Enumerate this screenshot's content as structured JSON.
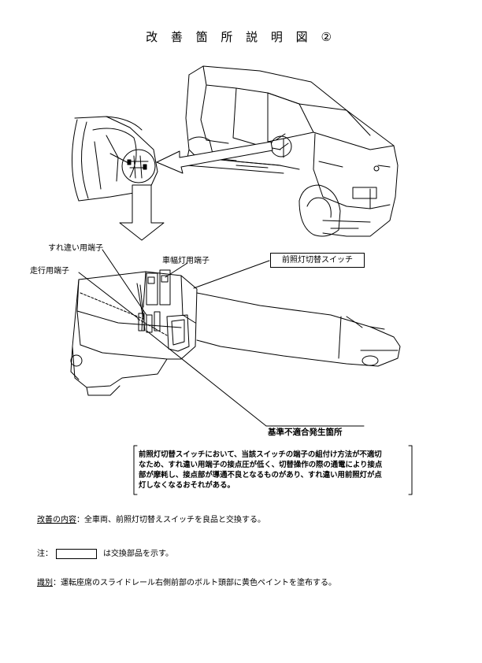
{
  "title": "改 善 箇 所 説 明 図 ②",
  "labels": {
    "passing_terminal": "すれ違い用端子",
    "driving_terminal": "走行用端子",
    "clearance_terminal": "車幅灯用端子",
    "headlamp_switch": "前照灯切替スイッチ",
    "defect_location": "基準不適合発生箇所"
  },
  "description": [
    "前照灯切替スイッチにおいて、当該スイッチの端子の組付け方法が不適切",
    "なため、すれ違い用端子の接点圧が低く、切替操作の際の通電により接点",
    "部が摩耗し、接点部が導通不良となるものがあり、すれ違い用前照灯が点",
    "灯しなくなるおそれがある。"
  ],
  "improvement": {
    "heading": "改善の内容",
    "text": "：全車両、前照灯切替えスイッチを良品と交換する。"
  },
  "note": {
    "heading": "注：",
    "text": "は交換部品を示す。"
  },
  "identification": {
    "heading": "識別",
    "text": "：運転座席のスライドレール右側前部のボルト頭部に黄色ペイントを塗布する。"
  }
}
